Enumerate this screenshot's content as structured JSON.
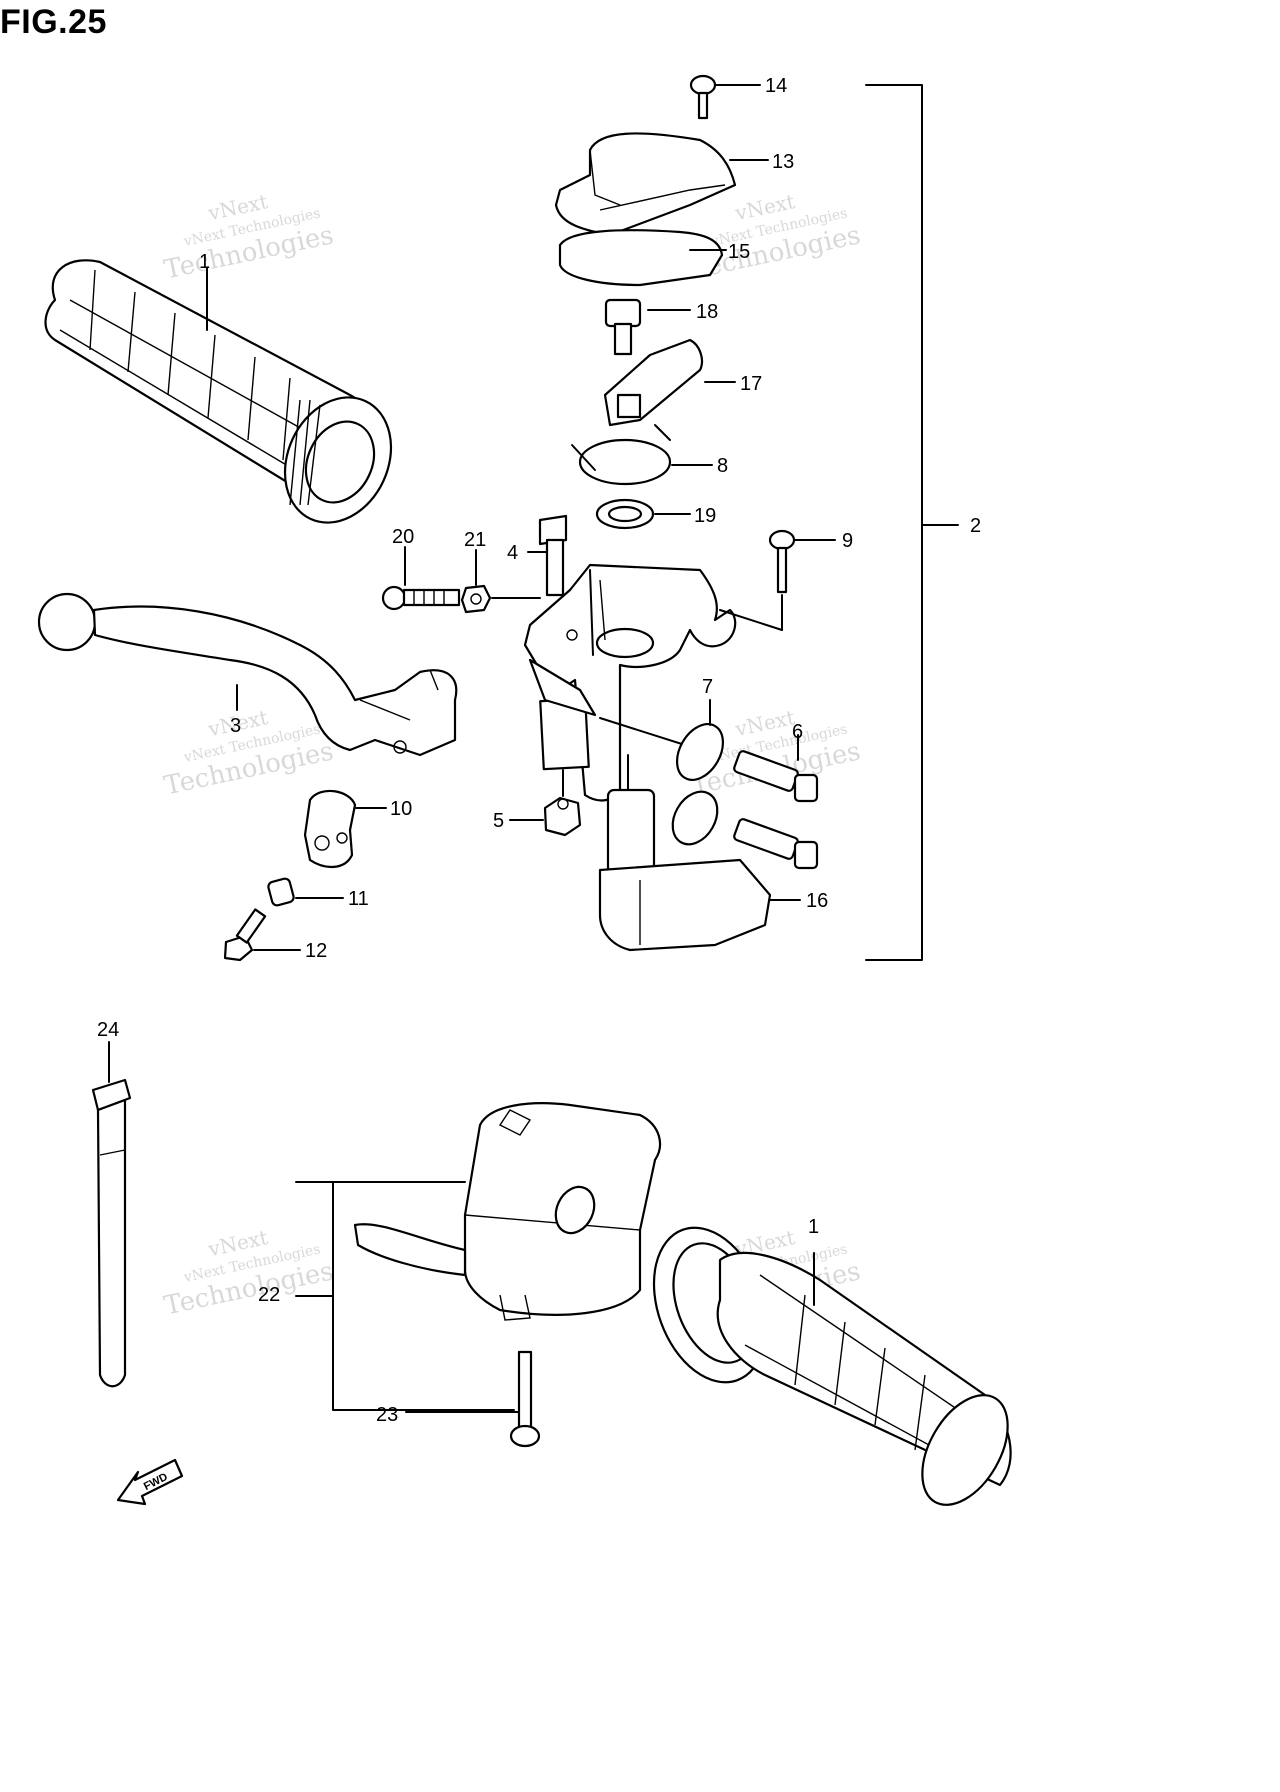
{
  "figure": {
    "title": "FIG.25"
  },
  "watermark": {
    "line1": "vNext Technologies",
    "line2": "vNext",
    "line3": "Technologies"
  },
  "fwd_label": "FWD",
  "callouts": {
    "p1a": "1",
    "p1b": "1",
    "p2": "2",
    "p3": "3",
    "p4": "4",
    "p5": "5",
    "p6": "6",
    "p7": "7",
    "p8": "8",
    "p9": "9",
    "p10": "10",
    "p11": "11",
    "p12": "12",
    "p13": "13",
    "p14": "14",
    "p15": "15",
    "p16": "16",
    "p17": "17",
    "p18": "18",
    "p19": "19",
    "p20": "20",
    "p21": "21",
    "p22": "22",
    "p23": "23",
    "p24": "24"
  }
}
